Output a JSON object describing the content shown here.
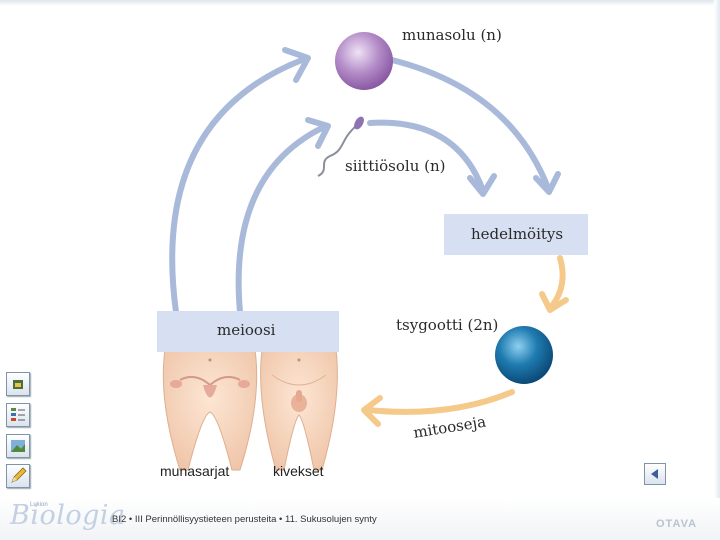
{
  "diagram": {
    "egg_label": "munasolu (n)",
    "sperm_label": "siittiösolu (n)",
    "fertilization_label": "hedelmöitys",
    "zygote_label": "tsygootti (2n)",
    "mitosis_label": "mitooseja",
    "meiosis_label": "meioosi",
    "ovaries_label": "munasarjat",
    "testes_label": "kivekset",
    "colors": {
      "cycle_arrow": "#a9b9da",
      "fertilization_arrow": "#f5c98a",
      "egg": "#b48cc8",
      "zygote": "#1f7bb0",
      "label_box": "#d6e0f2"
    }
  },
  "sidebar": {
    "buttons": [
      {
        "icon": "home-icon"
      },
      {
        "icon": "list-icon"
      },
      {
        "icon": "image-icon"
      },
      {
        "icon": "pencil-icon"
      }
    ]
  },
  "footer": {
    "logo_small": "Lukion",
    "logo": "Biologia",
    "caption": "BI2 • III Perinnöllisyystieteen perusteita • 11. Sukusolujen synty",
    "publisher": "OTAVA",
    "back_icon": "back-triangle-icon"
  }
}
